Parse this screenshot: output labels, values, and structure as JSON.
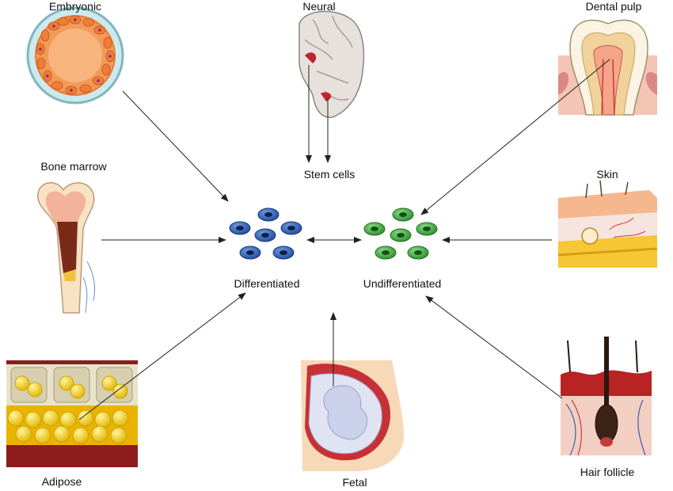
{
  "sources": {
    "embryonic": "Embryonic",
    "neural": "Neural",
    "dental_pulp": "Dental pulp",
    "bone_marrow": "Bone marrow",
    "skin": "Skin",
    "adipose": "Adipose",
    "fetal": "Fetal",
    "hair_follicle": "Hair follicle"
  },
  "center": {
    "stem_cells": "Stem cells",
    "differentiated": "Differentiated",
    "undifferentiated": "Undifferentiated"
  },
  "colors": {
    "differentiated_cell": "#2f5fb3",
    "undifferentiated_cell": "#3fae3f",
    "arrow": "#222222"
  }
}
